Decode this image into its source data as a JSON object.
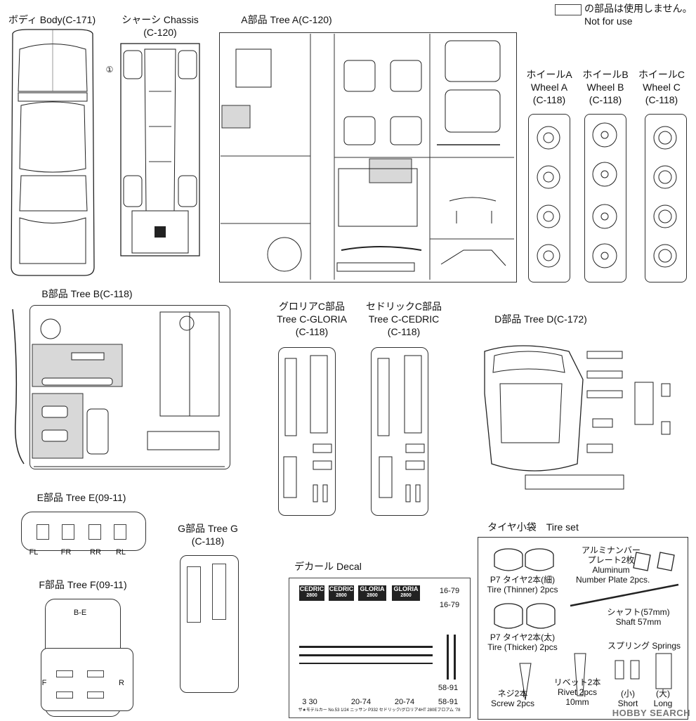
{
  "legend": {
    "line1": "の部品は使用しません。",
    "line2": "Not for use"
  },
  "body": {
    "title": "ボディ Body(C-171)",
    "part": "①"
  },
  "chassis": {
    "title": "シャーシ Chassis",
    "code": "(C-120)"
  },
  "treeA": {
    "title": "A部品 Tree A(C-120)"
  },
  "wheelA": {
    "jp": "ホイールA",
    "en": "Wheel A",
    "code": "(C-118)"
  },
  "wheelB": {
    "jp": "ホイールB",
    "en": "Wheel B",
    "code": "(C-118)"
  },
  "wheelC": {
    "jp": "ホイールC",
    "en": "Wheel C",
    "code": "(C-118)"
  },
  "treeB": {
    "title": "B部品 Tree B(C-118)"
  },
  "treeCG": {
    "jp": "グロリアC部品",
    "en": "Tree C-GLORIA",
    "code": "(C-118)"
  },
  "treeCC": {
    "jp": "セドリックC部品",
    "en": "Tree C-CEDRIC",
    "code": "(C-118)"
  },
  "treeD": {
    "title": "D部品 Tree D(C-172)"
  },
  "treeE": {
    "title": "E部品 Tree E(09-11)",
    "labels": [
      "FL",
      "FR",
      "RR",
      "RL"
    ]
  },
  "treeF": {
    "title": "F部品 Tree F(09-11)",
    "top": "B-E",
    "left": "F",
    "right": "R"
  },
  "treeG": {
    "title": "G部品 Tree G",
    "code": "(C-118)"
  },
  "decal": {
    "title": "デカール Decal",
    "tabs": [
      {
        "name": "CEDRIC",
        "sub": "2800"
      },
      {
        "name": "CEDRIC",
        "sub": "2800"
      },
      {
        "name": "GLORIA",
        "sub": "2800"
      },
      {
        "name": "GLORIA",
        "sub": "2800"
      }
    ],
    "plates": [
      "16-79",
      "16-79",
      "3 30",
      "20-74",
      "20-74",
      "58-91",
      "58-91"
    ],
    "footer": "ザ★モデルカー No.53 1/24 ニッサン P332 セドリック/グロリア4HT 280Eブロアム '78"
  },
  "tireset": {
    "title": "タイヤ小袋　Tire set",
    "thin_jp": "P7 タイヤ2本(細)",
    "thin_en": "Tire (Thinner) 2pcs",
    "thick_jp": "P7 タイヤ2本(太)",
    "thick_en": "Tire (Thicker) 2pcs",
    "alu_jp1": "アルミナンバー",
    "alu_jp2": "プレート2枚",
    "alu_en1": "Aluminum",
    "alu_en2": "Number Plate 2pcs.",
    "shaft_jp": "シャフト(57mm)",
    "shaft_en": "Shaft 57mm",
    "springs": "スプリング Springs",
    "screw_jp": "ネジ2本",
    "screw_en": "Screw 2pcs",
    "rivet_jp": "リベット2本",
    "rivet_en1": "Rivet 2pcs",
    "rivet_en2": "10mm",
    "short_jp": "(小)",
    "short_en": "Short",
    "long_jp": "(大)",
    "long_en": "Long"
  },
  "watermark": "HOBBY SEARCH"
}
